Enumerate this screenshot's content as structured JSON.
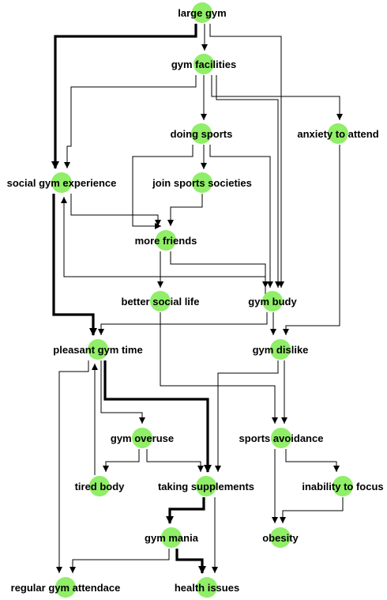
{
  "nodes": [
    {
      "id": "large_gym",
      "label": "large gym"
    },
    {
      "id": "gym_facilities",
      "label": "gym facilities"
    },
    {
      "id": "doing_sports",
      "label": "doing sports"
    },
    {
      "id": "anxiety_to_attend",
      "label": "anxiety to attend"
    },
    {
      "id": "social_gym_experience",
      "label": "social gym experience"
    },
    {
      "id": "join_sports_societies",
      "label": "join sports societies"
    },
    {
      "id": "more_friends",
      "label": "more friends"
    },
    {
      "id": "better_social_life",
      "label": "better social life"
    },
    {
      "id": "gym_budy",
      "label": "gym budy"
    },
    {
      "id": "pleasant_gym_time",
      "label": "pleasant gym time"
    },
    {
      "id": "gym_dislike",
      "label": "gym dislike"
    },
    {
      "id": "gym_overuse",
      "label": "gym overuse"
    },
    {
      "id": "sports_avoidance",
      "label": "sports avoidance"
    },
    {
      "id": "tired_body",
      "label": "tired body"
    },
    {
      "id": "taking_supplements",
      "label": "taking supplements"
    },
    {
      "id": "inability_to_focus",
      "label": "inability to focus"
    },
    {
      "id": "gym_mania",
      "label": "gym mania"
    },
    {
      "id": "obesity",
      "label": "obesity"
    },
    {
      "id": "regular_gym_attendace",
      "label": "regular gym attendace"
    },
    {
      "id": "health_issues",
      "label": "health issues"
    }
  ],
  "edges": [
    {
      "from": "large_gym",
      "to": "gym_facilities"
    },
    {
      "from": "large_gym",
      "to": "social_gym_experience",
      "highlight": true
    },
    {
      "from": "large_gym",
      "to": "gym_budy"
    },
    {
      "from": "gym_facilities",
      "to": "doing_sports"
    },
    {
      "from": "gym_facilities",
      "to": "social_gym_experience"
    },
    {
      "from": "gym_facilities",
      "to": "anxiety_to_attend"
    },
    {
      "from": "gym_facilities",
      "to": "gym_budy"
    },
    {
      "from": "doing_sports",
      "to": "join_sports_societies"
    },
    {
      "from": "doing_sports",
      "to": "more_friends"
    },
    {
      "from": "doing_sports",
      "to": "gym_budy"
    },
    {
      "from": "join_sports_societies",
      "to": "more_friends"
    },
    {
      "from": "social_gym_experience",
      "to": "more_friends"
    },
    {
      "from": "social_gym_experience",
      "to": "pleasant_gym_time",
      "highlight": true
    },
    {
      "from": "more_friends",
      "to": "better_social_life"
    },
    {
      "from": "more_friends",
      "to": "gym_budy"
    },
    {
      "from": "gym_budy",
      "to": "social_gym_experience"
    },
    {
      "from": "gym_budy",
      "to": "pleasant_gym_time"
    },
    {
      "from": "gym_budy",
      "to": "gym_dislike"
    },
    {
      "from": "anxiety_to_attend",
      "to": "gym_dislike"
    },
    {
      "from": "better_social_life",
      "to": "sports_avoidance"
    },
    {
      "from": "pleasant_gym_time",
      "to": "gym_overuse"
    },
    {
      "from": "pleasant_gym_time",
      "to": "taking_supplements",
      "highlight": true
    },
    {
      "from": "pleasant_gym_time",
      "to": "regular_gym_attendace"
    },
    {
      "from": "gym_dislike",
      "to": "sports_avoidance"
    },
    {
      "from": "gym_dislike",
      "to": "taking_supplements"
    },
    {
      "from": "gym_overuse",
      "to": "tired_body"
    },
    {
      "from": "gym_overuse",
      "to": "taking_supplements"
    },
    {
      "from": "tired_body",
      "to": "pleasant_gym_time"
    },
    {
      "from": "sports_avoidance",
      "to": "inability_to_focus"
    },
    {
      "from": "sports_avoidance",
      "to": "obesity"
    },
    {
      "from": "inability_to_focus",
      "to": "obesity"
    },
    {
      "from": "taking_supplements",
      "to": "gym_mania",
      "highlight": true
    },
    {
      "from": "taking_supplements",
      "to": "health_issues"
    },
    {
      "from": "gym_mania",
      "to": "regular_gym_attendace"
    },
    {
      "from": "gym_mania",
      "to": "health_issues",
      "highlight": true
    }
  ]
}
